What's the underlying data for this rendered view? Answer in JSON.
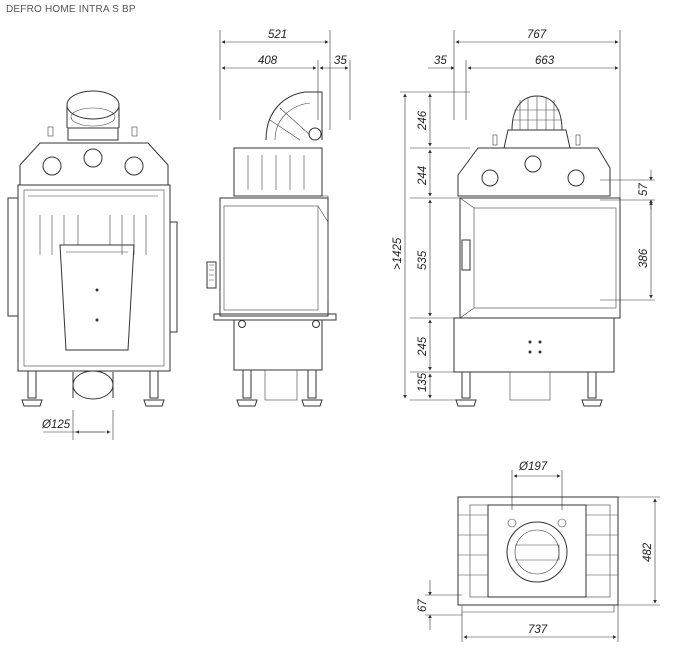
{
  "title": "DEFRO HOME INTRA S BP",
  "front_view": {
    "diameter_label": "Ø125"
  },
  "side_view": {
    "depth_total": "521",
    "depth_body": "408",
    "depth_offset": "35"
  },
  "corner_view": {
    "width_total": "767",
    "width_offset": "35",
    "width_body": "663",
    "height_total": ">1425",
    "seg_top": "246",
    "seg_hood": "244",
    "seg_door": "535",
    "seg_base": "245",
    "seg_legs": "135",
    "glass_top": "57",
    "glass_height": "386"
  },
  "top_view": {
    "flue_diameter": "Ø197",
    "depth": "482",
    "front_offset": "67",
    "width": "737"
  }
}
